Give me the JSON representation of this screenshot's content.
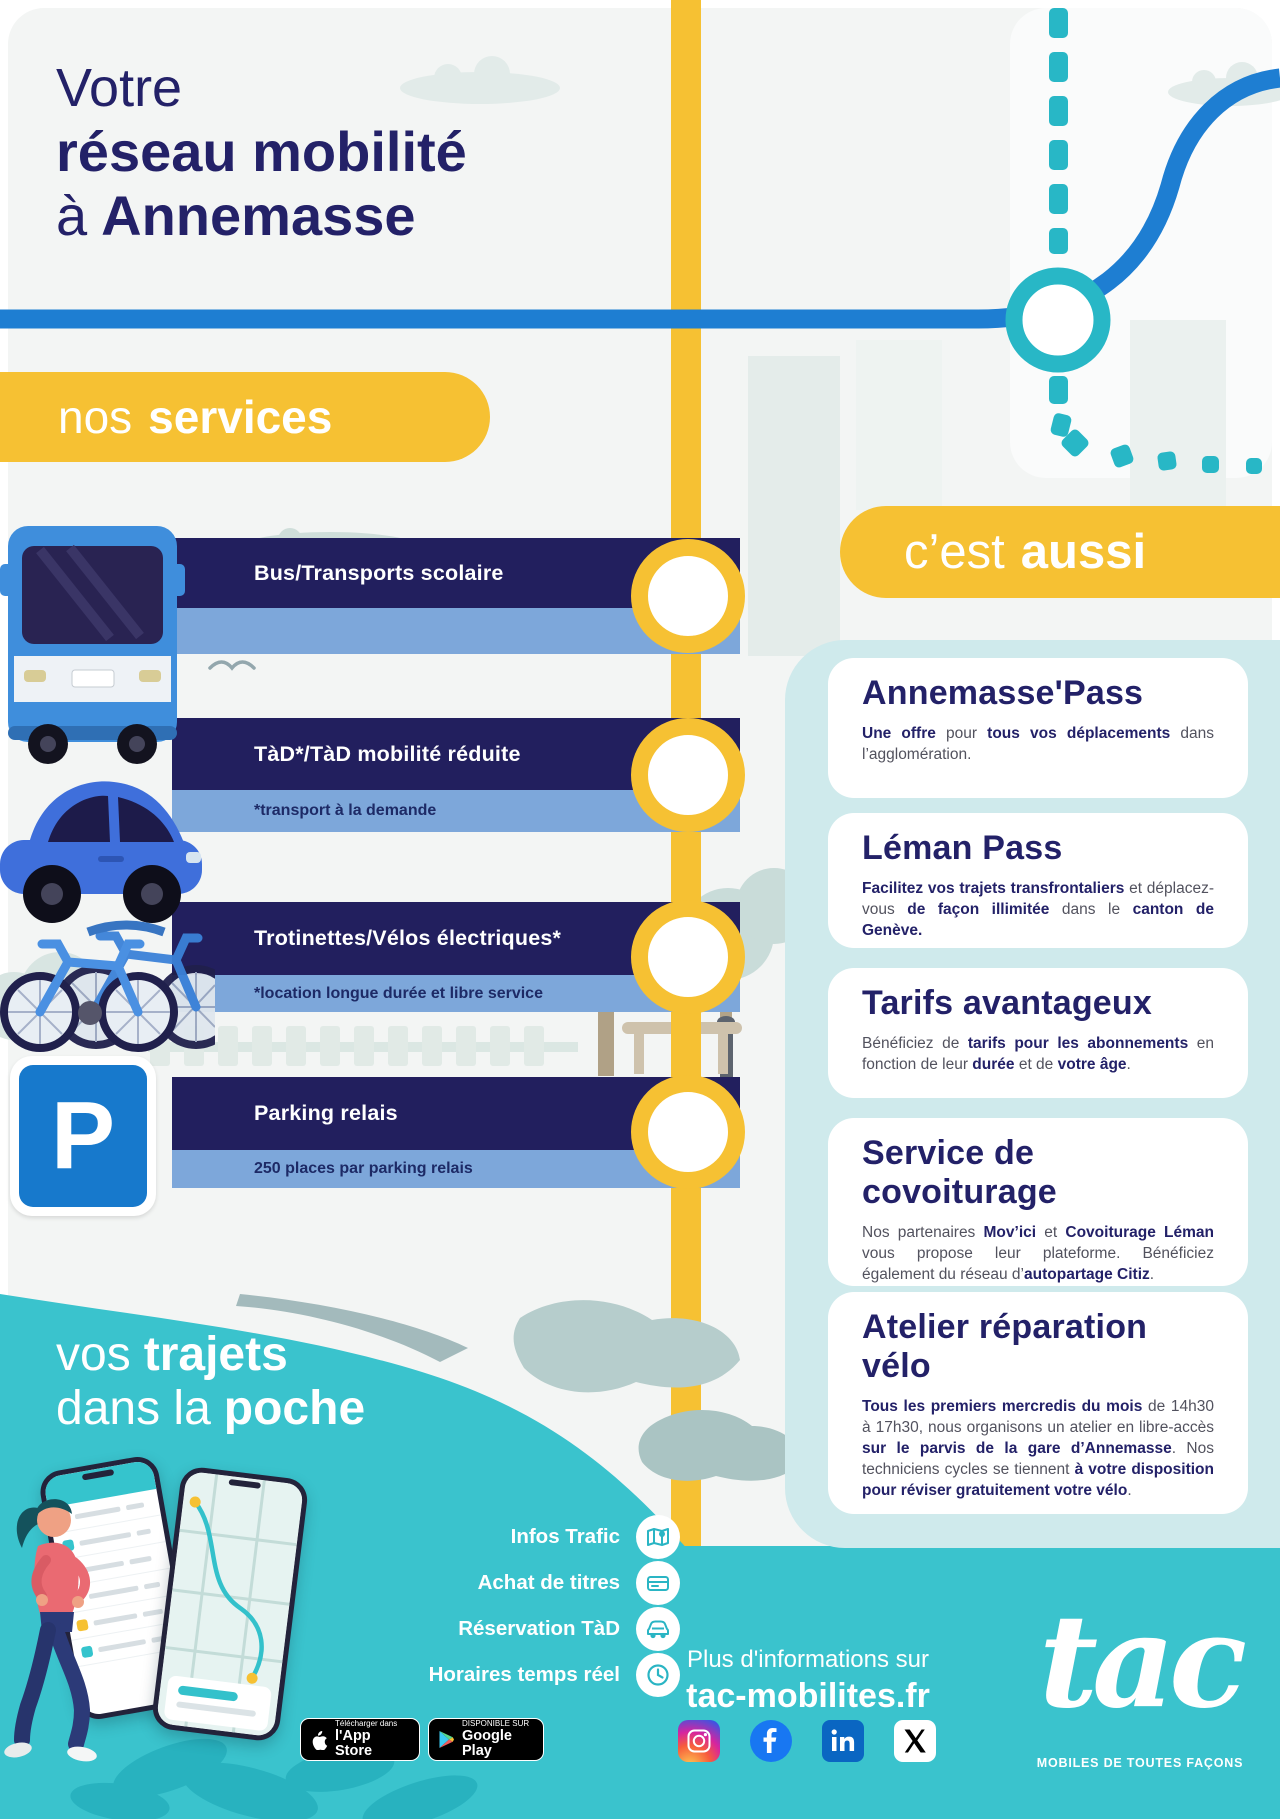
{
  "colors": {
    "navy": "#232168",
    "yellow": "#f6c133",
    "blue": "#1e7ed2",
    "teal": "#3ac3cd",
    "teal_dark": "#28b7c6",
    "light_blue": "#7da7da",
    "panel_teal": "#cfeaec"
  },
  "header": {
    "line1": "Votre",
    "line2": "réseau mobilité",
    "line3_light": "à",
    "line3_bold": "Annemasse"
  },
  "services": {
    "banner_light": "nos",
    "banner_bold": "services",
    "parking_sign": "P",
    "items": [
      {
        "label": "Bus/Transports scolaire",
        "note": ""
      },
      {
        "label": "TàD*/TàD mobilité réduite",
        "note": "*transport à la demande"
      },
      {
        "label": "Trotinettes/Vélos électriques*",
        "note": "*location longue durée et libre service"
      },
      {
        "label": "Parking relais",
        "note": "250 places par parking relais"
      }
    ]
  },
  "aussi": {
    "banner_light": "c’est",
    "banner_bold": "aussi",
    "cards": [
      {
        "title": "Annemasse'Pass",
        "body": [
          {
            "t": "Une offre",
            "b": 1
          },
          {
            "t": " pour ",
            "b": 0
          },
          {
            "t": "tous vos déplacements",
            "b": 1
          },
          {
            "t": " dans l’agglomération.",
            "b": 0
          }
        ]
      },
      {
        "title": "Léman Pass",
        "body": [
          {
            "t": "Facilitez vos trajets transfrontaliers",
            "b": 1
          },
          {
            "t": " et déplacez-vous ",
            "b": 0
          },
          {
            "t": "de façon illimitée",
            "b": 1
          },
          {
            "t": " dans le ",
            "b": 0
          },
          {
            "t": "canton de Genève.",
            "b": 1
          }
        ]
      },
      {
        "title": "Tarifs avantageux",
        "body": [
          {
            "t": "Bénéficiez de ",
            "b": 0
          },
          {
            "t": "tarifs pour les abonnements",
            "b": 1
          },
          {
            "t": " en fonction de leur ",
            "b": 0
          },
          {
            "t": "durée",
            "b": 1
          },
          {
            "t": " et de ",
            "b": 0
          },
          {
            "t": "votre âge",
            "b": 1
          },
          {
            "t": ".",
            "b": 0
          }
        ]
      },
      {
        "title": "Service de covoiturage",
        "body": [
          {
            "t": "Nos partenaires ",
            "b": 0
          },
          {
            "t": "Mov’ici",
            "b": 1
          },
          {
            "t": " et ",
            "b": 0
          },
          {
            "t": "Covoiturage Léman",
            "b": 1
          },
          {
            "t": " vous propose leur plateforme. Bénéficiez également du réseau d’",
            "b": 0
          },
          {
            "t": "autopartage Citiz",
            "b": 1
          },
          {
            "t": ".",
            "b": 0
          }
        ]
      },
      {
        "title": "Atelier réparation vélo",
        "body": [
          {
            "t": "Tous les premiers mercredis du mois",
            "b": 1
          },
          {
            "t": " de 14h30 à 17h30, nous organisons un atelier en libre-accès ",
            "b": 0
          },
          {
            "t": "sur le parvis de la gare d’Annemasse",
            "b": 1
          },
          {
            "t": ". Nos techniciens cycles se tiennent ",
            "b": 0
          },
          {
            "t": "à votre disposition pour réviser gratuitement votre vélo",
            "b": 1
          },
          {
            "t": ".",
            "b": 0
          }
        ]
      }
    ]
  },
  "pocket": {
    "line1_light": "vos",
    "line1_bold": "trajets",
    "line2_light": "dans la",
    "line2_bold": "poche",
    "features": [
      {
        "label": "Infos Trafic",
        "icon": "route-map-icon"
      },
      {
        "label": "Achat de titres",
        "icon": "ticket-icon"
      },
      {
        "label": "Réservation TàD",
        "icon": "car-icon"
      },
      {
        "label": "Horaires temps réel",
        "icon": "clock-icon"
      }
    ]
  },
  "badges": {
    "appstore_line1": "Télécharger dans",
    "appstore_line2": "l'App Store",
    "gplay_line1": "DISPONIBLE SUR",
    "gplay_line2": "Google Play"
  },
  "footer": {
    "info": "Plus d'informations sur",
    "url": "tac-mobilites.fr",
    "social_icons": [
      "instagram-icon",
      "facebook-icon",
      "linkedin-icon",
      "x-icon"
    ],
    "logo": "tac",
    "tagline": "MOBILES DE TOUTES FAÇONS"
  }
}
